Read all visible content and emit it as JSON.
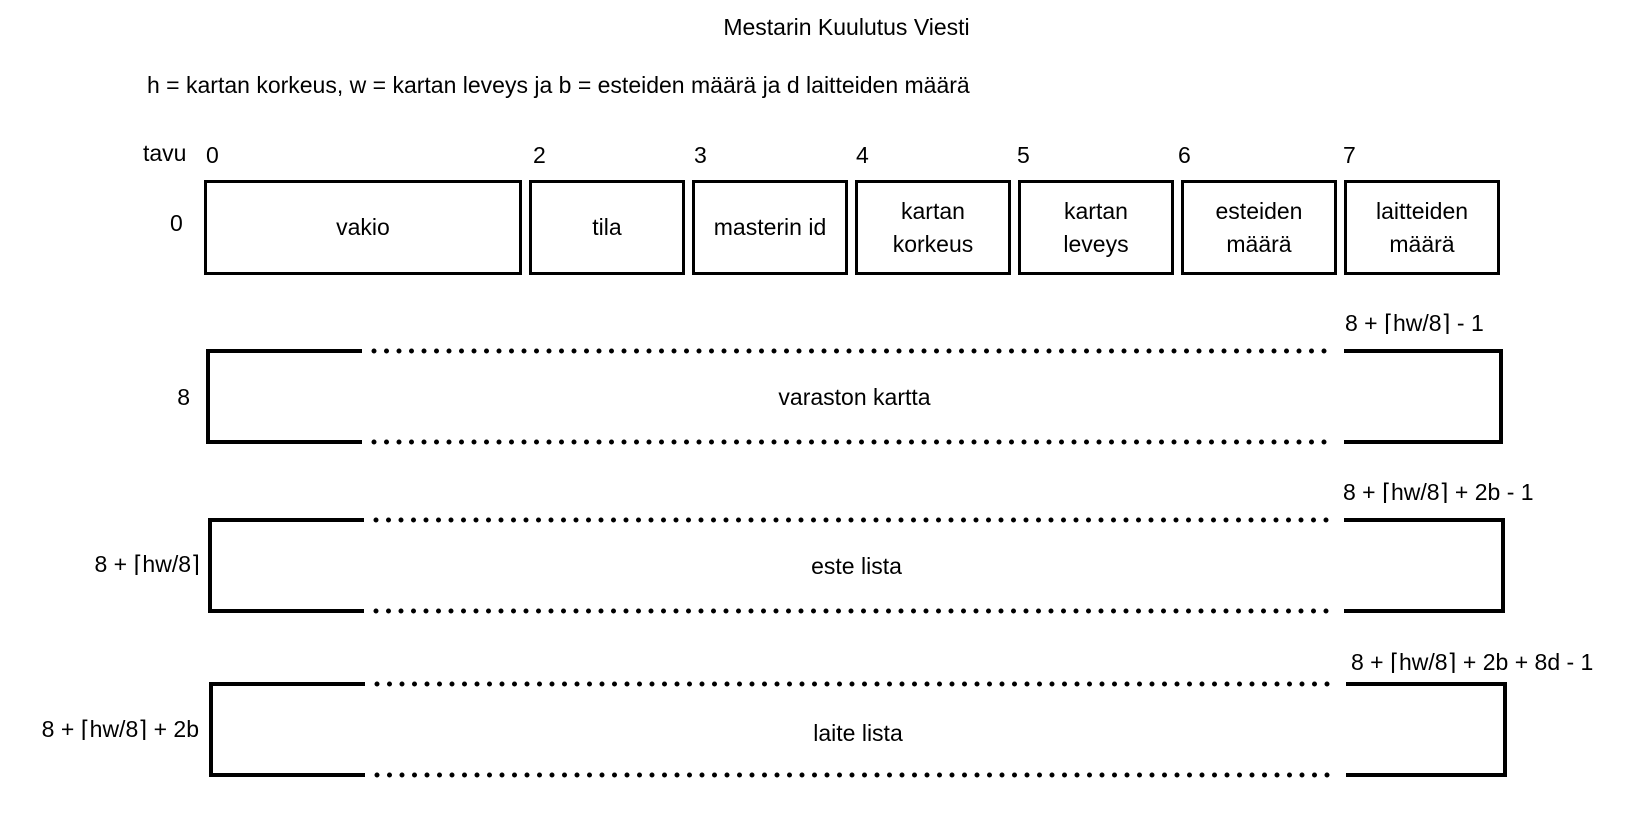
{
  "title": "Mestarin Kuulutus Viesti",
  "legend": "h = kartan korkeus, w = kartan leveys ja b = esteiden määrä ja d laitteiden määrä",
  "byte_axis": {
    "label": "tavu",
    "ticks": [
      "0",
      "2",
      "3",
      "4",
      "5",
      "6",
      "7"
    ]
  },
  "header_row": {
    "offset": "0",
    "fields": [
      {
        "text": "vakio"
      },
      {
        "text": "tila"
      },
      {
        "text": "masterin id"
      },
      {
        "text": "kartan korkeus",
        "line1": "kartan",
        "line2": "korkeus"
      },
      {
        "text": "kartan leveys",
        "line1": "kartan",
        "line2": "leveys"
      },
      {
        "text": "esteiden määrä",
        "line1": "esteiden",
        "line2": "määrä"
      },
      {
        "text": "laitteiden määrä",
        "line1": "laitteiden",
        "line2": "määrä"
      }
    ]
  },
  "regions": [
    {
      "name": "varaston kartta",
      "start": "8",
      "end": "8 + ⌈hw/8⌉ - 1"
    },
    {
      "name": "este lista",
      "start": "8 + ⌈hw/8⌉",
      "end": "8 + ⌈hw/8⌉ + 2b - 1"
    },
    {
      "name": "laite lista",
      "start": "8 + ⌈hw/8⌉ + 2b",
      "end": "8 + ⌈hw/8⌉ + 2b + 8d - 1"
    }
  ]
}
